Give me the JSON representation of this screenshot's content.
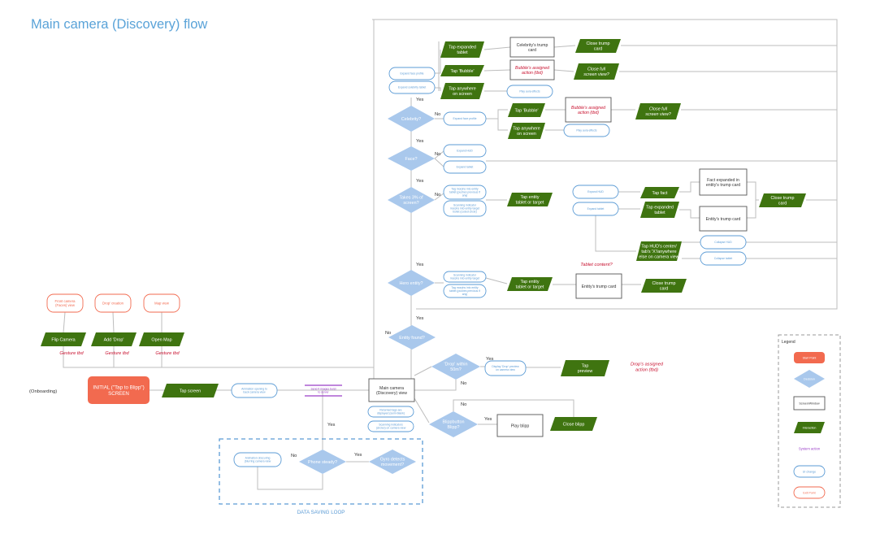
{
  "title": "Main camera (Discovery) flow",
  "colors": {
    "start": "#f26a4f",
    "decision": "#a9c8ec",
    "decision_text": "#ffffff",
    "screen_border": "#555555",
    "interaction": "#3f7410",
    "system_action": "#9a3fc8",
    "ui_change": "#5b9bd5",
    "exit": "#f26a4f",
    "tbd_text": "#c8102e",
    "line": "#bdbdbd",
    "loop": "#5b9bd5"
  },
  "labels": {
    "onboarding": "(Onboarding)",
    "data_saving_loop": "DATA SAVING LOOP",
    "tablet_content": "Tablet content?"
  },
  "nodes": [
    {
      "id": "initial",
      "type": "start",
      "lines": [
        "INITIAL (\"Tap to Blipp\")",
        "SCREEN"
      ]
    },
    {
      "id": "tap-screen",
      "type": "interaction",
      "lines": [
        "Tap screen"
      ]
    },
    {
      "id": "anim-opening",
      "type": "ui",
      "lines": [
        "Animation opening to",
        "back camera view"
      ]
    },
    {
      "id": "send-images",
      "type": "system",
      "lines": [
        "Send # images burst",
        "to server"
      ]
    },
    {
      "id": "main-camera",
      "type": "screen",
      "lines": [
        "Main camera",
        "(Discovery) view"
      ]
    },
    {
      "id": "returned-tags",
      "type": "ui",
      "lines": [
        "Returned tags are",
        "displayed (semi-blank)"
      ]
    },
    {
      "id": "scanning-camera",
      "type": "ui",
      "lines": [
        "Scanning indicators",
        "(circles) on camera view"
      ]
    },
    {
      "id": "anim-obscuring",
      "type": "ui",
      "lines": [
        "Animation obscuring",
        "(blurring camera view"
      ]
    },
    {
      "id": "phone-steady",
      "type": "decision",
      "lines": [
        "Phone steady?"
      ]
    },
    {
      "id": "gyro",
      "type": "decision",
      "lines": [
        "Gyro detects",
        "movement?"
      ]
    },
    {
      "id": "front-camera",
      "type": "exit",
      "lines": [
        "Front camera",
        "(Faces) view"
      ]
    },
    {
      "id": "drop-creation",
      "type": "exit",
      "lines": [
        "Drop' creation"
      ]
    },
    {
      "id": "map-view",
      "type": "exit",
      "lines": [
        "Map view"
      ]
    },
    {
      "id": "flip-camera",
      "type": "interaction",
      "lines": [
        "Flip Camera"
      ]
    },
    {
      "id": "add-drop",
      "type": "interaction",
      "lines": [
        "Add 'Drop'"
      ]
    },
    {
      "id": "open-map",
      "type": "interaction",
      "lines": [
        "Open Map"
      ]
    },
    {
      "id": "gesture-1",
      "type": "tbd",
      "lines": [
        "Gesture tbd"
      ]
    },
    {
      "id": "gesture-2",
      "type": "tbd",
      "lines": [
        "Gesture tbd"
      ]
    },
    {
      "id": "gesture-3",
      "type": "tbd",
      "lines": [
        "Gesture tbd"
      ]
    },
    {
      "id": "drop-within",
      "type": "decision",
      "lines": [
        "'Drop' within",
        "50m?"
      ]
    },
    {
      "id": "display-drop",
      "type": "ui",
      "lines": [
        "Display 'Drop' preview",
        "on camera view"
      ]
    },
    {
      "id": "tap-preview",
      "type": "interaction",
      "lines": [
        "Tap",
        "preview"
      ]
    },
    {
      "id": "drop-action",
      "type": "tbd",
      "lines": [
        "Drop's assigned",
        "action (tbd)"
      ]
    },
    {
      "id": "blipp-button",
      "type": "decision",
      "lines": [
        "Blippbutton",
        "Blipp?"
      ]
    },
    {
      "id": "play-blipp",
      "type": "screen",
      "lines": [
        "Play blipp"
      ]
    },
    {
      "id": "close-blipp",
      "type": "interaction",
      "lines": [
        "Close blipp"
      ]
    },
    {
      "id": "entity-found",
      "type": "decision",
      "lines": [
        "Entity found?"
      ]
    },
    {
      "id": "hero-entity",
      "type": "decision",
      "lines": [
        "Hero entity?"
      ]
    },
    {
      "id": "hero-scanning",
      "type": "ui",
      "lines": [
        "Scanning indicator",
        "morphs into entity target"
      ]
    },
    {
      "id": "hero-tag-morphs",
      "type": "ui",
      "lines": [
        "Tag morphs into entity",
        "tablet (pushes previous if",
        "any)"
      ]
    },
    {
      "id": "hero-tap-entity",
      "type": "interaction",
      "lines": [
        "Tap entity",
        "tablet or target"
      ]
    },
    {
      "id": "hero-trump",
      "type": "screen",
      "lines": [
        "Entity's trump card"
      ]
    },
    {
      "id": "hero-close-trump",
      "type": "interaction",
      "lines": [
        "Close trump",
        "card"
      ]
    },
    {
      "id": "takes-3",
      "type": "decision",
      "lines": [
        "Takes 3% of",
        "screen?"
      ]
    },
    {
      "id": "takes-tag-morphs",
      "type": "ui",
      "lines": [
        "Tag morphs into entity",
        "tablet (pushes previous if",
        "any)"
      ]
    },
    {
      "id": "takes-scanning",
      "type": "ui",
      "lines": [
        "Scanning indicator",
        "morphs into entity target",
        "bullet (coded circle)"
      ]
    },
    {
      "id": "takes-tap-entity",
      "type": "interaction",
      "lines": [
        "Tap entity",
        "tablet or target"
      ]
    },
    {
      "id": "expand-hud-2",
      "type": "ui",
      "lines": [
        "Expand HUD"
      ]
    },
    {
      "id": "expand-tablet-2",
      "type": "ui",
      "lines": [
        "Expand tablet"
      ]
    },
    {
      "id": "tap-fact",
      "type": "interaction",
      "lines": [
        "Tap fact"
      ]
    },
    {
      "id": "tap-expanded-tablet-2",
      "type": "interaction",
      "lines": [
        "Tap expanded",
        "tablet"
      ]
    },
    {
      "id": "fact-expanded",
      "type": "screen",
      "lines": [
        "Fact expanded in",
        "entity's trump card"
      ]
    },
    {
      "id": "entity-trump-2",
      "type": "screen",
      "lines": [
        "Entity's trump card"
      ]
    },
    {
      "id": "close-trump-2",
      "type": "interaction",
      "lines": [
        "Close trump",
        "card"
      ]
    },
    {
      "id": "tap-hud-center",
      "type": "interaction",
      "lines": [
        "Tap HUD's center/",
        "tab's 'X'/anywhere",
        "else on camera view"
      ]
    },
    {
      "id": "collapse-hud",
      "type": "ui",
      "lines": [
        "Collapse HUD"
      ]
    },
    {
      "id": "collapse-tablet",
      "type": "ui",
      "lines": [
        "Collapse tablet"
      ]
    },
    {
      "id": "face",
      "type": "decision",
      "lines": [
        "Face?"
      ]
    },
    {
      "id": "expand-hud-1",
      "type": "ui",
      "lines": [
        "Expand HUD"
      ]
    },
    {
      "id": "expand-tablet-1",
      "type": "ui",
      "lines": [
        "Expand tablet"
      ]
    },
    {
      "id": "celebrity",
      "type": "decision",
      "lines": [
        "Celebrity?"
      ]
    },
    {
      "id": "expand-face-2",
      "type": "ui",
      "lines": [
        "Expand face profile"
      ]
    },
    {
      "id": "tap-bubble-2",
      "type": "interaction",
      "lines": [
        "Tap 'Bubble'"
      ]
    },
    {
      "id": "tap-anywhere-2",
      "type": "interaction",
      "lines": [
        "Tap anywhere",
        "on screen"
      ]
    },
    {
      "id": "bubble-action-2",
      "type": "screentbd",
      "lines": [
        "Bubble's assigned",
        "action (tbd)"
      ]
    },
    {
      "id": "play-aura-2",
      "type": "ui",
      "lines": [
        "Play aura effects"
      ]
    },
    {
      "id": "close-full-2",
      "type": "interactiontbd",
      "lines": [
        "Close full",
        "screen view?"
      ]
    },
    {
      "id": "expand-face-1",
      "type": "ui",
      "lines": [
        "Expand face profile"
      ]
    },
    {
      "id": "expand-celeb",
      "type": "ui",
      "lines": [
        "Expand celebrity tablet"
      ]
    },
    {
      "id": "tap-expanded-tablet-1",
      "type": "interaction",
      "lines": [
        "Tap expanded",
        "tablet"
      ]
    },
    {
      "id": "tap-bubble-1",
      "type": "interaction",
      "lines": [
        "Tap 'Bubble'"
      ]
    },
    {
      "id": "tap-anywhere-1",
      "type": "interaction",
      "lines": [
        "Tap anywhere",
        "on screen"
      ]
    },
    {
      "id": "celeb-trump",
      "type": "screen",
      "lines": [
        "Celebrity's trump",
        "card"
      ]
    },
    {
      "id": "bubble-action-1",
      "type": "screentbd",
      "lines": [
        "Bubble's assigned",
        "action (tbd)"
      ]
    },
    {
      "id": "play-aura-1",
      "type": "ui",
      "lines": [
        "Play aura effects"
      ]
    },
    {
      "id": "close-trump-1",
      "type": "interaction",
      "lines": [
        "Close trump",
        "card"
      ]
    },
    {
      "id": "close-full-1",
      "type": "interactiontbd",
      "lines": [
        "Close full",
        "screen view?"
      ]
    }
  ],
  "edge_labels": [
    {
      "id": "yes-celeb-top",
      "text": "Yes"
    },
    {
      "id": "no-celeb",
      "text": "No"
    },
    {
      "id": "yes-face-top",
      "text": "Yes"
    },
    {
      "id": "no-face",
      "text": "No"
    },
    {
      "id": "yes-takes-top",
      "text": "Yes"
    },
    {
      "id": "no-takes",
      "text": "No"
    },
    {
      "id": "yes-hero-top",
      "text": "Yes"
    },
    {
      "id": "yes-entity-top",
      "text": "Yes"
    },
    {
      "id": "no-entity",
      "text": "No"
    },
    {
      "id": "yes-drop",
      "text": "Yes"
    },
    {
      "id": "no-drop",
      "text": "No"
    },
    {
      "id": "no-blipp",
      "text": "No"
    },
    {
      "id": "yes-blipp",
      "text": "Yes"
    },
    {
      "id": "yes-steady",
      "text": "Yes"
    },
    {
      "id": "no-steady",
      "text": "No"
    },
    {
      "id": "yes-gyro",
      "text": "Yes"
    }
  ],
  "legend": {
    "title": "Legend",
    "items": [
      {
        "type": "start",
        "label": "Start Point"
      },
      {
        "type": "decision",
        "label": "Decision"
      },
      {
        "type": "screen",
        "label": "Screen/Window"
      },
      {
        "type": "interaction",
        "label": "Interaction"
      },
      {
        "type": "system",
        "label": "System action"
      },
      {
        "type": "ui",
        "label": "UI change"
      },
      {
        "type": "exit",
        "label": "Exit Point"
      }
    ]
  }
}
